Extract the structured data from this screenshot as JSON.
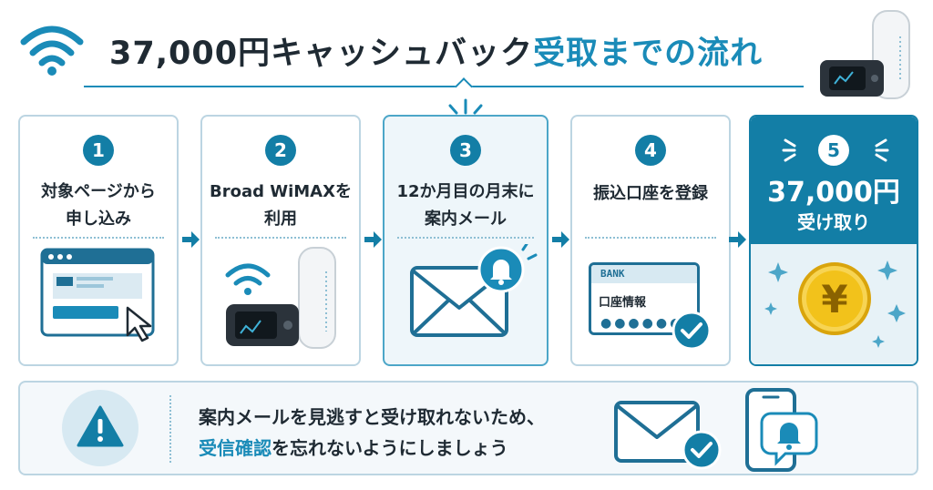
{
  "header": {
    "title_main": "37,000円キャッシュバック",
    "title_accent": "受取までの流れ"
  },
  "steps": [
    {
      "number": "1",
      "line1": "対象ページから",
      "line2": "申し込み"
    },
    {
      "number": "2",
      "line1": "Broad WiMAXを",
      "line2": "利用"
    },
    {
      "number": "3",
      "line1": "12か月目の月末に",
      "line2": "案内メール"
    },
    {
      "number": "4",
      "line1": "振込口座を登録",
      "line2": ""
    },
    {
      "number": "5",
      "amount": "37,000円",
      "line1": "受け取り"
    }
  ],
  "bank_card": {
    "bank_label": "BANK",
    "account_label": "口座情報"
  },
  "coin_symbol": "¥",
  "notice": {
    "line1": "案内メールを見逃すと受け取れないため、",
    "line2_emphasis": "受信確認",
    "line2_rest": "を忘れないようにしましょう"
  },
  "colors": {
    "primary": "#137ea6",
    "accent": "#1a8bb8",
    "border": "#bcd5e2",
    "coin": "#f2c21b"
  },
  "icons": [
    "wifi-icon",
    "router-icon",
    "browser-window-icon",
    "cursor-icon",
    "mail-icon",
    "bell-icon",
    "bank-card-icon",
    "check-icon",
    "yen-coin-icon",
    "sparkle-icon",
    "warning-icon",
    "smartphone-icon"
  ]
}
